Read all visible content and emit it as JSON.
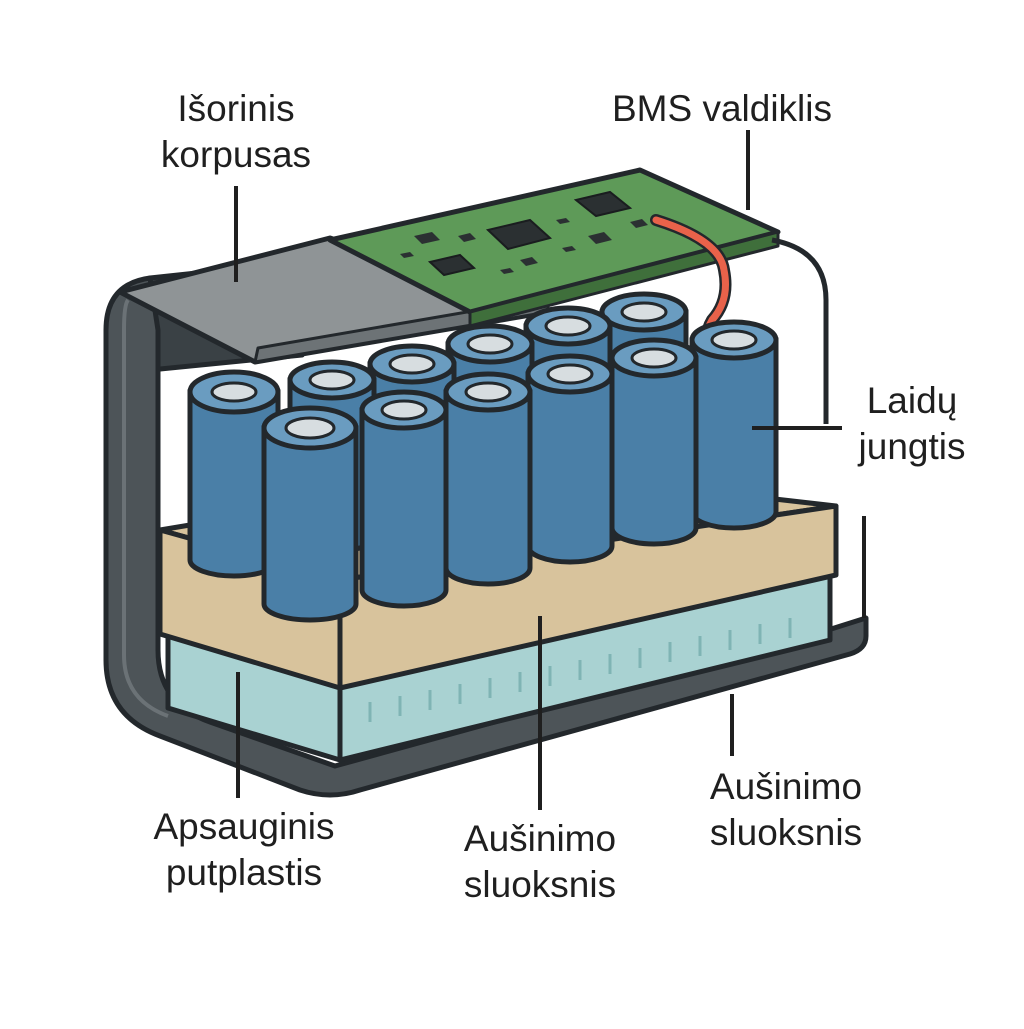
{
  "labels": {
    "outer_housing": {
      "line1": "Išorinis",
      "line2": "korpusas"
    },
    "bms": {
      "line1": "BMS valdiklis"
    },
    "wiring": {
      "line1": "Laidų",
      "line2": "jungtis"
    },
    "foam": {
      "line1": "Apsauginis",
      "line2": "putplastis"
    },
    "cooling_middle": {
      "line1": "Aušinimo",
      "line2": "sluoksnis"
    },
    "cooling_right": {
      "line1": "Aušinimo",
      "line2": "sluoksnis"
    }
  },
  "colors": {
    "outline": "#23282c",
    "housing": "#4d5458",
    "housing_dark": "#3a4145",
    "lid": "#8f9496",
    "pcb": "#5e9a58",
    "chip": "#2b3032",
    "cell": "#4a7fa7",
    "cell_top": "#6a9cc0",
    "cell_cap": "#d7dde0",
    "foam": "#d8c39c",
    "cooling": "#a9d2d2",
    "wire": "#e8624a"
  }
}
